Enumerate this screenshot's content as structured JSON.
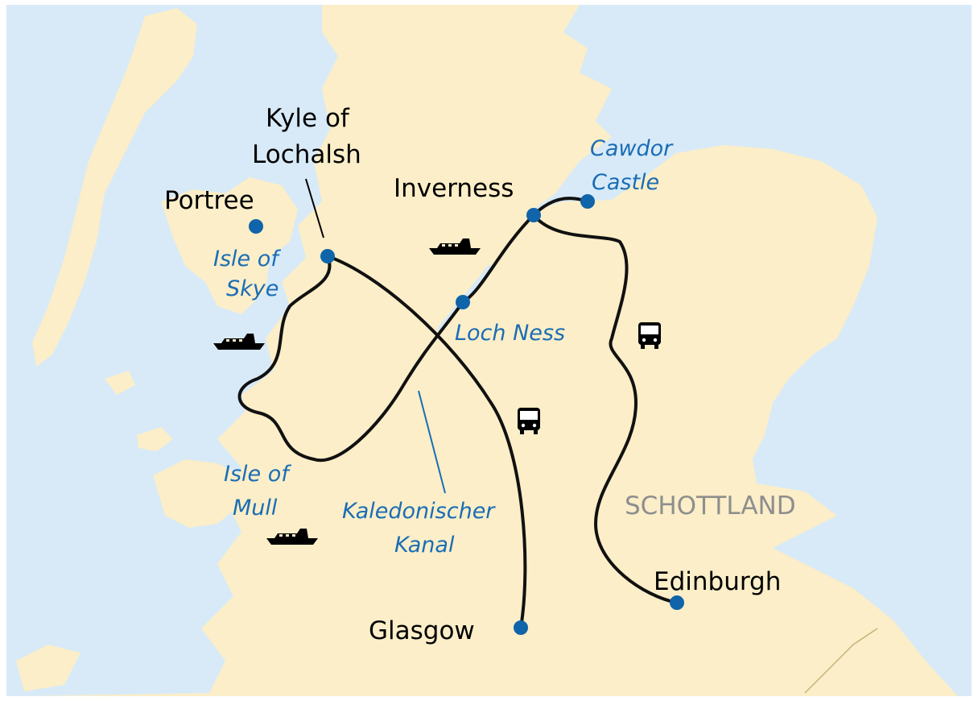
{
  "map": {
    "colors": {
      "water": "#d8eaf8",
      "land": "#fbeec8",
      "route": "#111111",
      "point": "#1064aa",
      "blue_label": "#1a6db5",
      "country_label": "#8e8e8e"
    },
    "places": {
      "kyle": {
        "line1": "Kyle of",
        "line2": "Lochalsh"
      },
      "portree": "Portree",
      "inverness": "Inverness",
      "cawdor": {
        "line1": "Cawdor",
        "line2": "Castle"
      },
      "skye": {
        "line1": "Isle of",
        "line2": "Skye"
      },
      "lochness": "Loch Ness",
      "mull": {
        "line1": "Isle of",
        "line2": "Mull"
      },
      "kanal": {
        "line1": "Kaledonischer",
        "line2": "Kanal"
      },
      "glasgow": "Glasgow",
      "edinburgh": "Edinburgh",
      "country": "SCHOTTLAND"
    },
    "icons": {
      "ferry": "ferry-icon",
      "bus": "bus-icon"
    }
  }
}
